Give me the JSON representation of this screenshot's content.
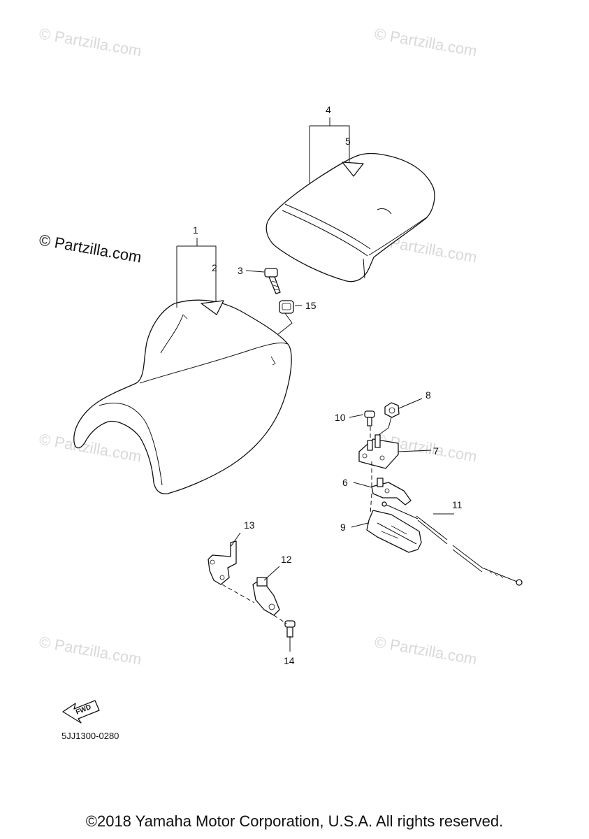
{
  "watermark_text": "© Partzilla.com",
  "callouts": {
    "c1": "1",
    "c2": "2",
    "c3": "3",
    "c4": "4",
    "c5": "5",
    "c6": "6",
    "c7": "7",
    "c8": "8",
    "c9": "9",
    "c10": "10",
    "c11": "11",
    "c12": "12",
    "c13": "13",
    "c14": "14",
    "c15": "15"
  },
  "fwd_label": "FWD",
  "diagram_code": "5JJ1300-0280",
  "copyright": "©2018 Yamaha Motor Corporation, U.S.A. All rights reserved."
}
